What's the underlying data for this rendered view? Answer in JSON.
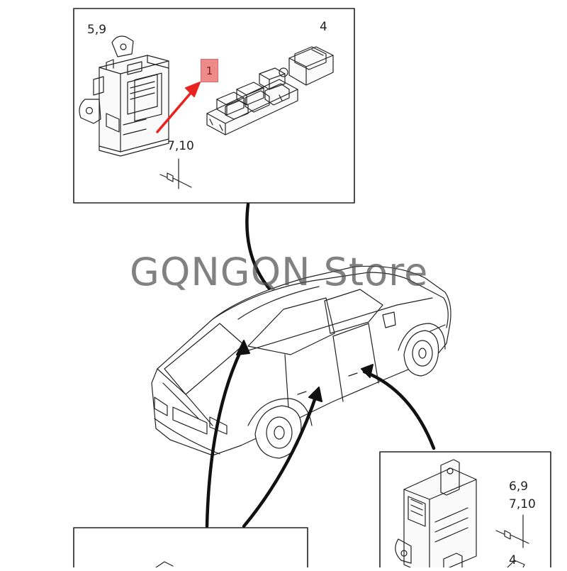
{
  "diagram": {
    "top_panel": {
      "callouts": {
        "control_module": "5,9",
        "switch_panel": "1",
        "single_switch": "4",
        "fastener": "7,10"
      }
    },
    "bottom_right_panel": {
      "callouts": {
        "module_ref_a": "6,9",
        "module_ref_b": "7,10",
        "fastener": "4"
      }
    }
  },
  "watermark": "GQNGQN Store",
  "colors": {
    "line": "#222222",
    "highlight_marker": "#ef8a8a",
    "highlight_arrow": "#e8231f",
    "watermark": "#505050"
  }
}
